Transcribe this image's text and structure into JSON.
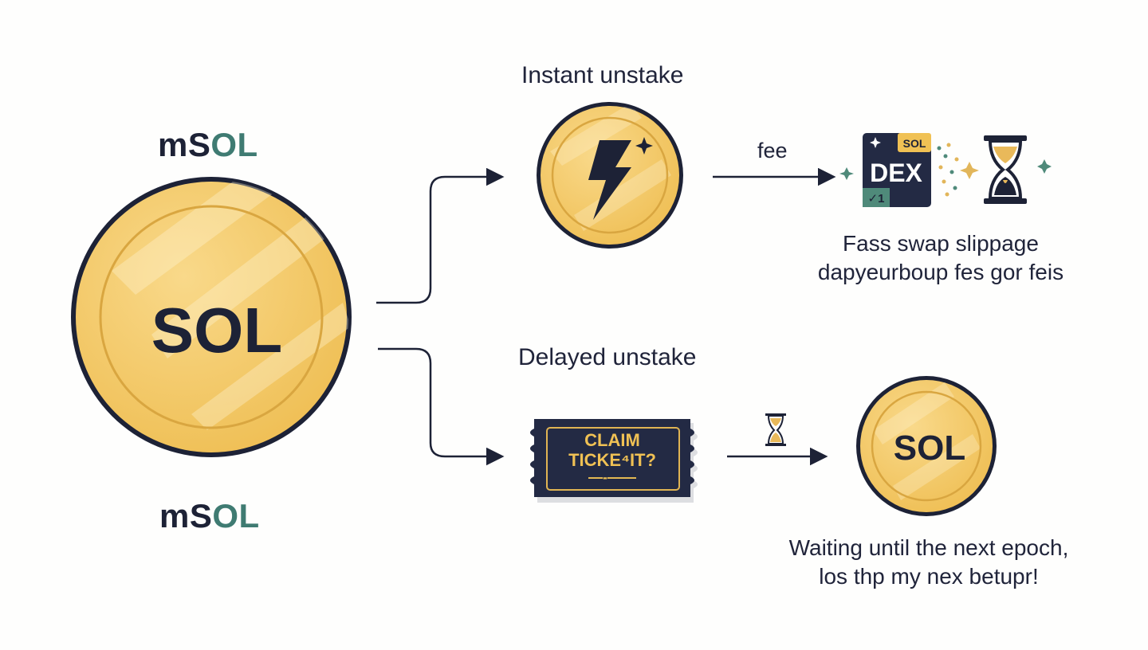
{
  "source": {
    "label_top": {
      "m": "m",
      "s": "S",
      "ol": "OL"
    },
    "label_bottom": {
      "m": "m",
      "s": "S",
      "ol": "OL"
    },
    "coin_text": "SOL"
  },
  "instant": {
    "heading": "Instant unstake",
    "fee_label": "fee",
    "dex_text": "DEX",
    "dex_badge": "SOL",
    "dex_check": "✓1",
    "caption_line1": "Fass swap slippage",
    "caption_line2": "dapyeurboup fes gor feis"
  },
  "delayed": {
    "heading": "Delayed unstake",
    "ticket_line1": "CLAIM",
    "ticket_line2": "TICKE⁴IT?",
    "ticket_dashes": "—-——",
    "coin_text": "SOL",
    "caption_line1": "Waiting until the next epoch,",
    "caption_line2": "los thp my nex betupr!"
  },
  "colors": {
    "coin_gold": "#f2c45a",
    "coin_gold_light": "#f8d983",
    "outline_navy": "#1d2236",
    "teal": "#3f7b72",
    "dex_teal": "#4f8a7a"
  },
  "icons": [
    "lightning-icon",
    "sparkle-icon",
    "hourglass-icon",
    "dex-card-icon",
    "claim-ticket-icon"
  ]
}
